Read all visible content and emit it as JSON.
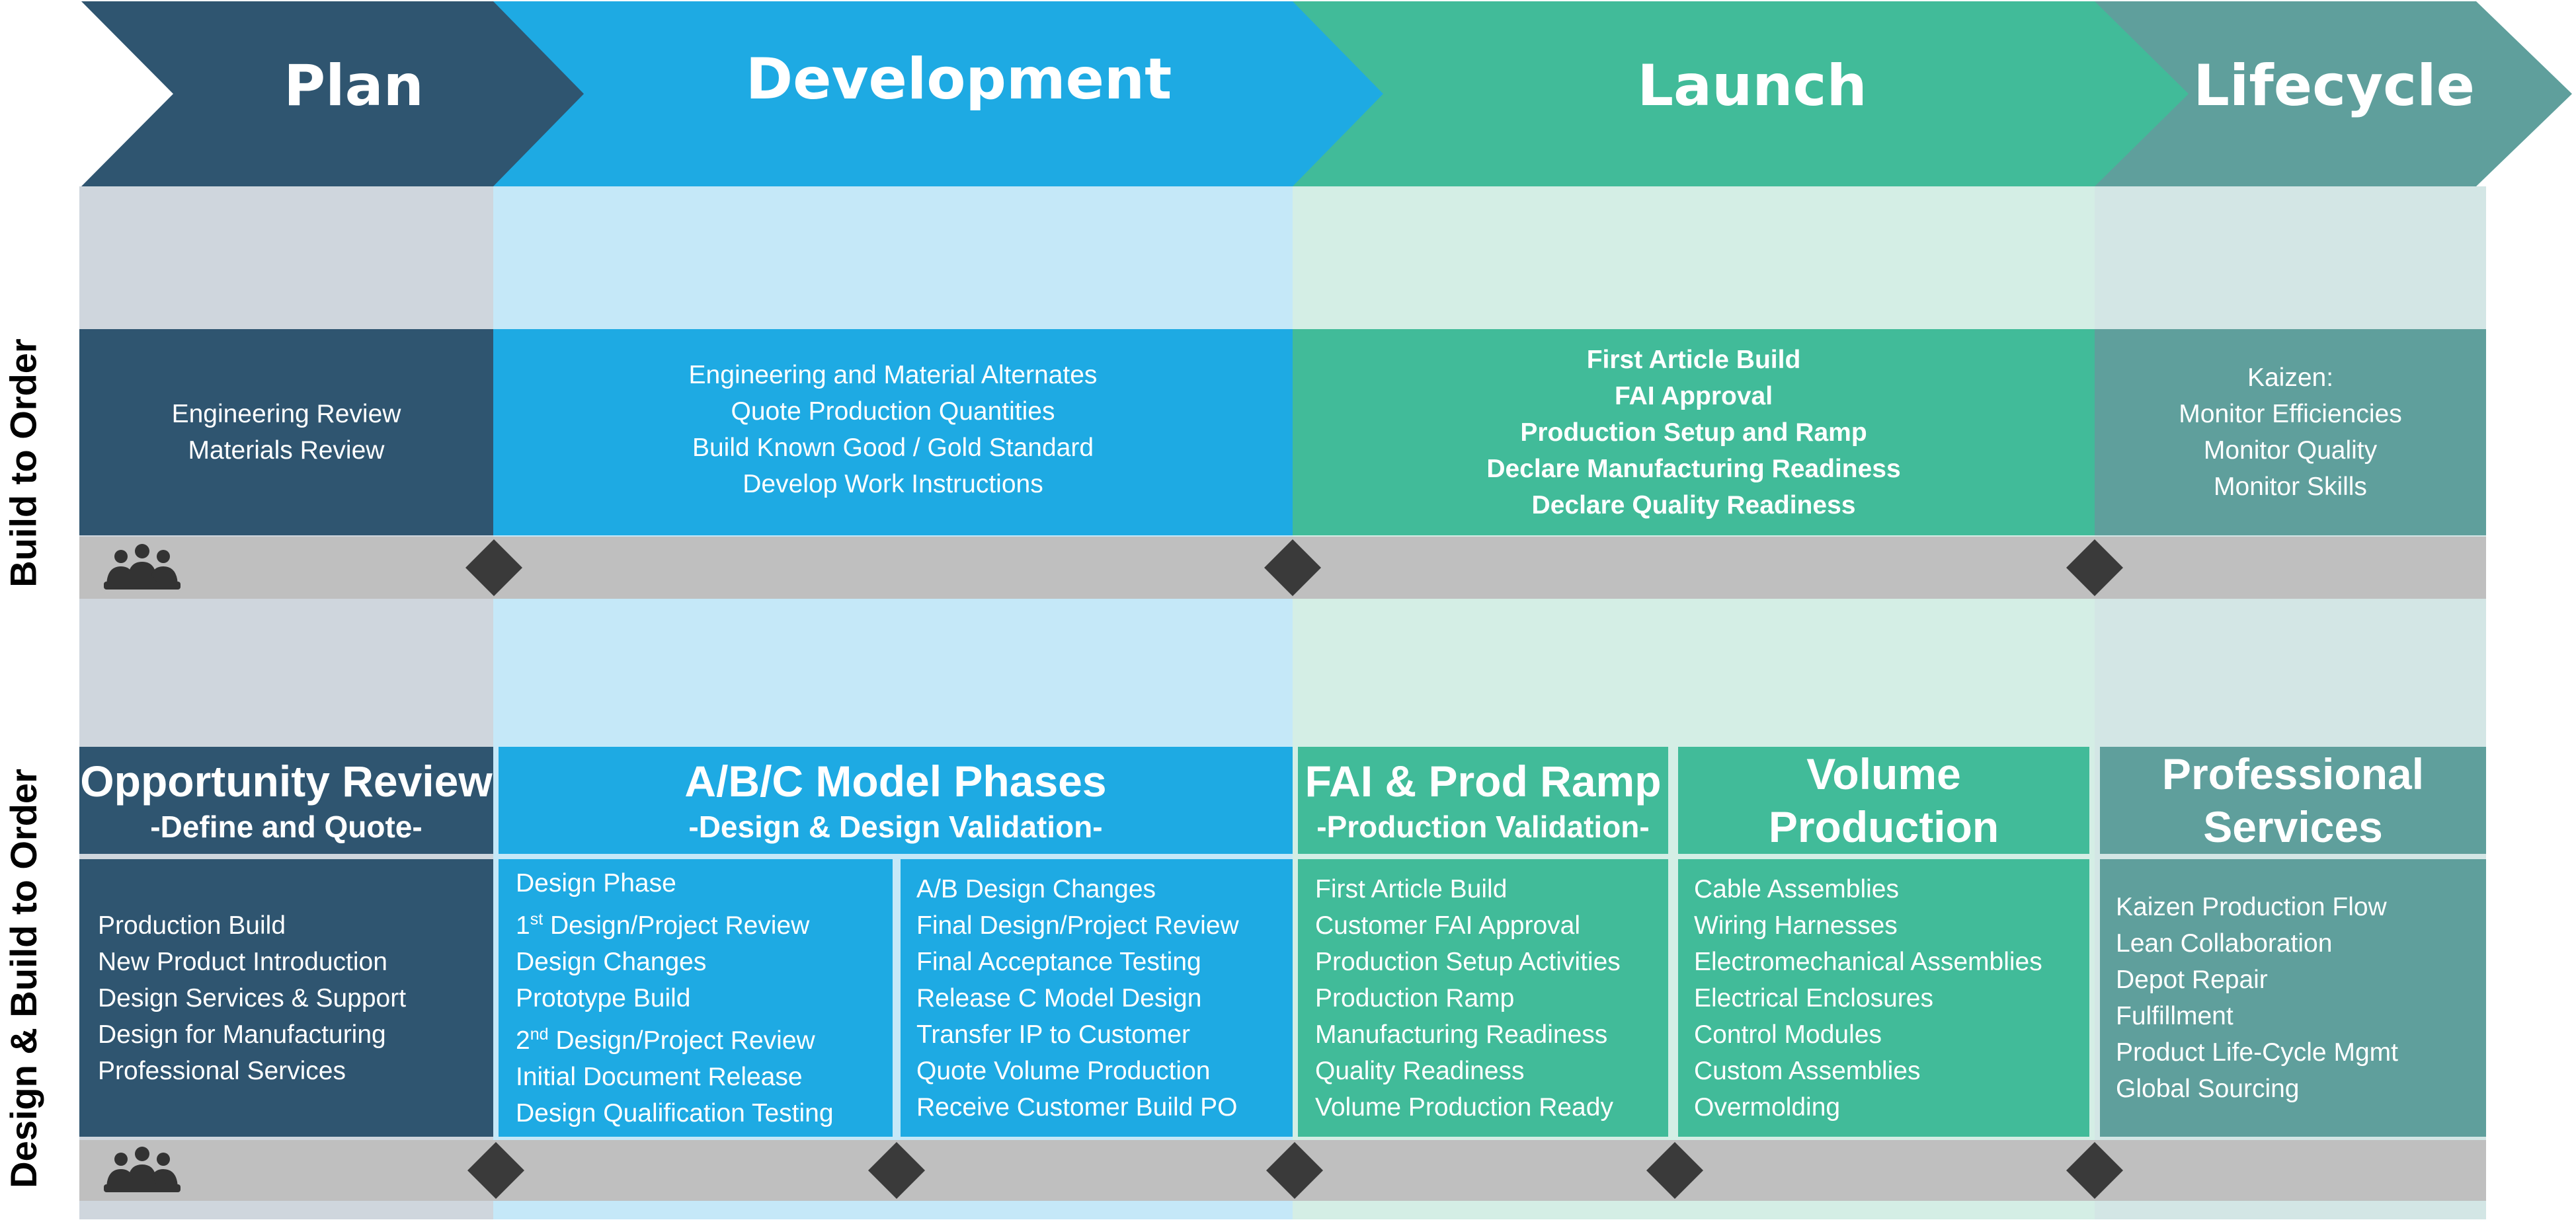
{
  "phases": [
    "Plan",
    "Development",
    "Launch",
    "Lifecycle"
  ],
  "colors": {
    "plan": "#2f5570",
    "development": "#1eaae3",
    "launch": "#41bb99",
    "lifecycle": "#5f9f9c",
    "plan_light": "#cfd6dd",
    "development_light": "#c5e8f8",
    "launch_light": "#d4eee5",
    "lifecycle_light": "#d3e6e5",
    "milestone_bar": "#bfbfbf",
    "milestone": "#3a3a3a"
  },
  "rows": {
    "build_to_order": {
      "label": "Build to Order",
      "plan": [
        "Engineering Review",
        "Materials Review"
      ],
      "development": [
        "Engineering and Material Alternates",
        "Quote Production Quantities",
        "Build Known Good / Gold Standard",
        "Develop Work Instructions"
      ],
      "launch": [
        "First Article Build",
        "FAI Approval",
        "Production Setup and Ramp",
        "Declare Manufacturing Readiness",
        "Declare Quality Readiness"
      ],
      "lifecycle": [
        "Kaizen:",
        "Monitor Efficiencies",
        "Monitor Quality",
        "Monitor Skills"
      ],
      "icon": "people-group-icon"
    },
    "design_build_to_order": {
      "label": "Design & Build to Order",
      "headers": {
        "opportunity": {
          "title": "Opportunity Review",
          "subtitle": "-Define and Quote-"
        },
        "model_phases": {
          "title": "A/B/C Model Phases",
          "subtitle": "-Design & Design Validation-"
        },
        "fai": {
          "title": "FAI & Prod Ramp",
          "subtitle": "-Production Validation-"
        },
        "volume": {
          "title_line1": "Volume",
          "title_line2": "Production"
        },
        "professional": {
          "title_line1": "Professional",
          "title_line2": "Services"
        }
      },
      "opportunity": [
        "Production Build",
        "New Product Introduction",
        "Design Services & Support",
        "Design for Manufacturing",
        "Professional Services"
      ],
      "design_a": [
        {
          "text": "Design Phase"
        },
        {
          "pre": "1",
          "sup": "st",
          "post": " Design/Project Review"
        },
        {
          "text": "Design Changes"
        },
        {
          "text": "Prototype Build"
        },
        {
          "pre": "2",
          "sup": "nd",
          "post": " Design/Project Review"
        },
        {
          "text": "Initial Document Release"
        },
        {
          "text": "Design Qualification Testing"
        }
      ],
      "design_b": [
        "A/B Design Changes",
        "Final Design/Project Review",
        "Final Acceptance Testing",
        "Release C Model Design",
        "Transfer IP to Customer",
        "Quote Volume Production",
        "Receive Customer Build PO"
      ],
      "fai": [
        "First Article Build",
        "Customer FAI Approval",
        "Production Setup Activities",
        "Production Ramp",
        "Manufacturing Readiness",
        "Quality Readiness",
        "Volume Production Ready"
      ],
      "volume": [
        "Cable Assemblies",
        "Wiring Harnesses",
        "Electromechanical Assemblies",
        "Electrical Enclosures",
        "Control Modules",
        "Custom Assemblies",
        "Overmolding"
      ],
      "professional": [
        "Kaizen Production Flow",
        "Lean Collaboration",
        "Depot Repair",
        "Fulfillment",
        "Product Life-Cycle Mgmt",
        "Global Sourcing"
      ],
      "icon": "people-group-icon"
    }
  }
}
